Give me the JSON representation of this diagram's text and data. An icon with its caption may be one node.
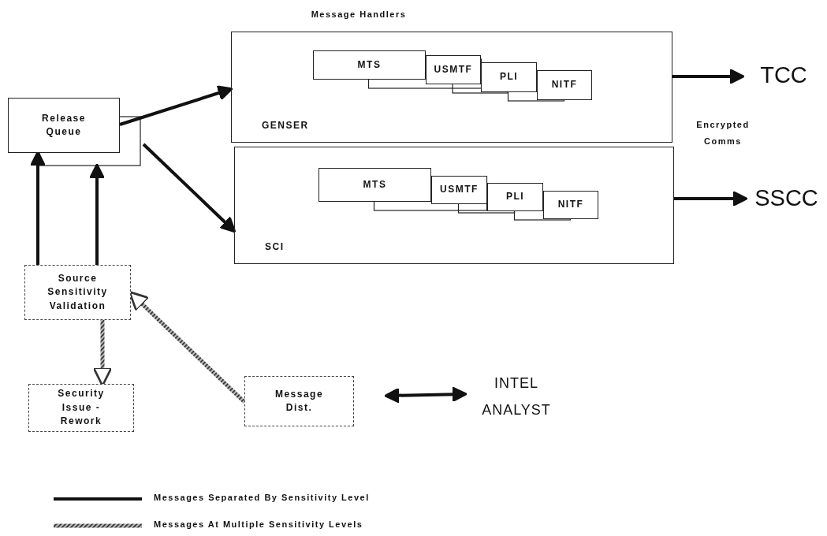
{
  "diagram": {
    "nodes": [
      {
        "text": [
          "Release Queue"
        ]
      },
      {
        "text": [
          "GENSER"
        ]
      },
      {
        "text": [
          "MTS"
        ],
        "in": 1
      },
      {
        "text": [
          "USMTF"
        ],
        "in": 1
      },
      {
        "text": [
          "PLI"
        ],
        "in": 1
      },
      {
        "text": [
          "NITF"
        ],
        "in": 1
      },
      {
        "text": [
          "SCI"
        ]
      },
      {
        "text": [
          "MTS"
        ],
        "in": 6
      },
      {
        "text": [
          "USMTF"
        ],
        "in": 6
      },
      {
        "text": [
          "PLI"
        ],
        "in": 6
      },
      {
        "text": [
          "NITF"
        ],
        "in": 6
      },
      {
        "text": [
          "TCC"
        ]
      },
      {
        "text": [
          "SSCC"
        ]
      },
      {
        "text": [
          "Source Sensitivity Validation"
        ]
      },
      {
        "text": [
          "Security Issue - Rework"
        ]
      },
      {
        "text": [
          "Message Dist."
        ]
      },
      {
        "text": [
          "INTEL ANALYST"
        ]
      }
    ],
    "edges": [
      {
        "from": 13,
        "to": 0,
        "arrow": "to"
      },
      {
        "from": 13,
        "to": 0,
        "arrow": "to"
      },
      {
        "from": 0,
        "to": 1,
        "arrow": "to"
      },
      {
        "from": 0,
        "to": 6,
        "arrow": "to"
      },
      {
        "from": 1,
        "to": 11,
        "arrow": "to"
      },
      {
        "from": 6,
        "to": 12,
        "arrow": "to"
      },
      {
        "from": 13,
        "to": 14,
        "arrow": "to",
        "style": "dashed"
      },
      {
        "from": 15,
        "to": 13,
        "arrow": "to",
        "style": "dashed"
      },
      {
        "from": 15,
        "to": 16,
        "arrow": "both"
      }
    ],
    "labels": [
      "Message Handlers",
      "Encrypted Comms"
    ],
    "legend": [
      {
        "text": "Messages Separated By Sensitivity Level"
      },
      {
        "text": "Messages At Multiple Sensitivity Levels"
      }
    ]
  }
}
